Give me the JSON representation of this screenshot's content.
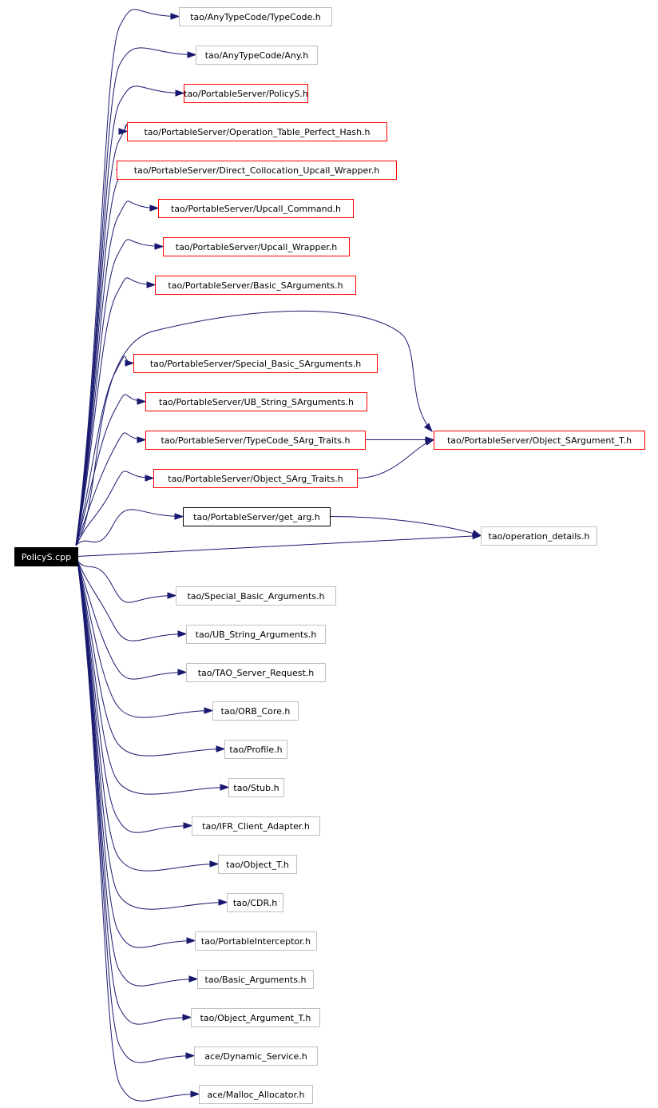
{
  "colors": {
    "edge": "#191970",
    "box_plain": "#bfbfbf",
    "box_red": "#ff0000",
    "box_black": "#000000",
    "root_fill": "#000000",
    "root_text": "#ffffff",
    "text": "#000000"
  },
  "graph": {
    "root": {
      "id": "policys_cpp",
      "label": "PolicyS.cpp"
    },
    "nodes": [
      {
        "id": "typecode",
        "label": "tao/AnyTypeCode/TypeCode.h",
        "border": "plain"
      },
      {
        "id": "any",
        "label": "tao/AnyTypeCode/Any.h",
        "border": "plain"
      },
      {
        "id": "policys_h",
        "label": "tao/PortableServer/PolicyS.h",
        "border": "red"
      },
      {
        "id": "optable",
        "label": "tao/PortableServer/Operation_Table_Perfect_Hash.h",
        "border": "red"
      },
      {
        "id": "dcuw",
        "label": "tao/PortableServer/Direct_Collocation_Upcall_Wrapper.h",
        "border": "red"
      },
      {
        "id": "upcall_cmd",
        "label": "tao/PortableServer/Upcall_Command.h",
        "border": "red"
      },
      {
        "id": "upcall_wrap",
        "label": "tao/PortableServer/Upcall_Wrapper.h",
        "border": "red"
      },
      {
        "id": "basic_sargs",
        "label": "tao/PortableServer/Basic_SArguments.h",
        "border": "red"
      },
      {
        "id": "special_basic_sargs",
        "label": "tao/PortableServer/Special_Basic_SArguments.h",
        "border": "red"
      },
      {
        "id": "ub_string_sargs",
        "label": "tao/PortableServer/UB_String_SArguments.h",
        "border": "red"
      },
      {
        "id": "typecode_sarg_traits",
        "label": "tao/PortableServer/TypeCode_SArg_Traits.h",
        "border": "red"
      },
      {
        "id": "object_sarg_traits",
        "label": "tao/PortableServer/Object_SArg_Traits.h",
        "border": "red"
      },
      {
        "id": "get_arg",
        "label": "tao/PortableServer/get_arg.h",
        "border": "black"
      },
      {
        "id": "object_sargument_t",
        "label": "tao/PortableServer/Object_SArgument_T.h",
        "border": "red"
      },
      {
        "id": "operation_details",
        "label": "tao/operation_details.h",
        "border": "plain"
      },
      {
        "id": "special_basic_args",
        "label": "tao/Special_Basic_Arguments.h",
        "border": "plain"
      },
      {
        "id": "ub_string_args",
        "label": "tao/UB_String_Arguments.h",
        "border": "plain"
      },
      {
        "id": "server_request",
        "label": "tao/TAO_Server_Request.h",
        "border": "plain"
      },
      {
        "id": "orb_core",
        "label": "tao/ORB_Core.h",
        "border": "plain"
      },
      {
        "id": "profile",
        "label": "tao/Profile.h",
        "border": "plain"
      },
      {
        "id": "stub",
        "label": "tao/Stub.h",
        "border": "plain"
      },
      {
        "id": "ifr_client",
        "label": "tao/IFR_Client_Adapter.h",
        "border": "plain"
      },
      {
        "id": "object_t",
        "label": "tao/Object_T.h",
        "border": "plain"
      },
      {
        "id": "cdr",
        "label": "tao/CDR.h",
        "border": "plain"
      },
      {
        "id": "portable_interceptor",
        "label": "tao/PortableInterceptor.h",
        "border": "plain"
      },
      {
        "id": "basic_args",
        "label": "tao/Basic_Arguments.h",
        "border": "plain"
      },
      {
        "id": "object_argument_t",
        "label": "tao/Object_Argument_T.h",
        "border": "plain"
      },
      {
        "id": "dynamic_service",
        "label": "ace/Dynamic_Service.h",
        "border": "plain"
      },
      {
        "id": "malloc_allocator",
        "label": "ace/Malloc_Allocator.h",
        "border": "plain"
      }
    ],
    "edges": [
      [
        "policys_cpp",
        "typecode"
      ],
      [
        "policys_cpp",
        "any"
      ],
      [
        "policys_cpp",
        "policys_h"
      ],
      [
        "policys_cpp",
        "optable"
      ],
      [
        "policys_cpp",
        "dcuw"
      ],
      [
        "policys_cpp",
        "upcall_cmd"
      ],
      [
        "policys_cpp",
        "upcall_wrap"
      ],
      [
        "policys_cpp",
        "basic_sargs"
      ],
      [
        "policys_cpp",
        "special_basic_sargs"
      ],
      [
        "policys_cpp",
        "ub_string_sargs"
      ],
      [
        "policys_cpp",
        "typecode_sarg_traits"
      ],
      [
        "policys_cpp",
        "object_sarg_traits"
      ],
      [
        "policys_cpp",
        "get_arg"
      ],
      [
        "policys_cpp",
        "object_sargument_t"
      ],
      [
        "policys_cpp",
        "operation_details"
      ],
      [
        "typecode_sarg_traits",
        "object_sargument_t"
      ],
      [
        "object_sarg_traits",
        "object_sargument_t"
      ],
      [
        "get_arg",
        "operation_details"
      ],
      [
        "policys_cpp",
        "special_basic_args"
      ],
      [
        "policys_cpp",
        "ub_string_args"
      ],
      [
        "policys_cpp",
        "server_request"
      ],
      [
        "policys_cpp",
        "orb_core"
      ],
      [
        "policys_cpp",
        "profile"
      ],
      [
        "policys_cpp",
        "stub"
      ],
      [
        "policys_cpp",
        "ifr_client"
      ],
      [
        "policys_cpp",
        "object_t"
      ],
      [
        "policys_cpp",
        "cdr"
      ],
      [
        "policys_cpp",
        "portable_interceptor"
      ],
      [
        "policys_cpp",
        "basic_args"
      ],
      [
        "policys_cpp",
        "object_argument_t"
      ],
      [
        "policys_cpp",
        "dynamic_service"
      ],
      [
        "policys_cpp",
        "malloc_allocator"
      ]
    ]
  }
}
